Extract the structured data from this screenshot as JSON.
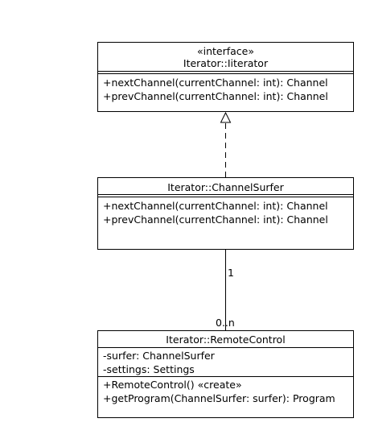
{
  "classes": {
    "iterator": {
      "stereotype": "«interface»",
      "name": "Iterator::Iiterator",
      "operations": [
        "+nextChannel(currentChannel: int): Channel",
        "+prevChannel(currentChannel: int): Channel"
      ]
    },
    "channel_surfer": {
      "name": "Iterator::ChannelSurfer",
      "operations": [
        "+nextChannel(currentChannel: int): Channel",
        "+prevChannel(currentChannel: int): Channel"
      ]
    },
    "remote_control": {
      "name": "Iterator::RemoteControl",
      "attributes": [
        "-surfer: ChannelSurfer",
        "-settings: Settings"
      ],
      "operations": [
        "+RemoteControl() «create»",
        "+getProgram(ChannelSurfer: surfer): Program"
      ]
    }
  },
  "association": {
    "source_multiplicity": "1",
    "target_multiplicity": "0..n"
  }
}
